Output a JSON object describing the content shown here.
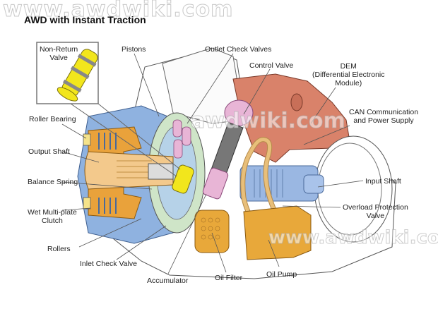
{
  "watermark": "www.awdwiki.com",
  "watermark_mid": "awdwiki.com",
  "watermark_low": "www.awdwiki.com",
  "title": "AWD with Instant Traction",
  "inset": {
    "label_line1": "Non-Return",
    "label_line2": "Valve"
  },
  "labels": {
    "pistons": "Pistons",
    "outlet_check_valves": "Outlet Check Valves",
    "control_valve": "Control Valve",
    "dem_line1": "DEM",
    "dem_line2": "(Differential Electronic",
    "dem_line3": "Module)",
    "can_line1": "CAN Communication",
    "can_line2": "and Power Supply",
    "roller_bearing": "Roller Bearing",
    "output_shaft": "Output Shaft",
    "balance_spring": "Balance Spring",
    "wet_clutch_line1": "Wet Multi-plate",
    "wet_clutch_line2": "Clutch",
    "rollers": "Rollers",
    "inlet_check_valve": "Inlet Check Valve",
    "accumulator": "Accumulator",
    "oil_filter": "Oil Filter",
    "oil_pump": "Oil Pump",
    "input_shaft": "Input Shaft",
    "overload_line1": "Overload Protection",
    "overload_line2": "Valve"
  },
  "colors": {
    "dem_housing": "#d9826a",
    "clutch_housing_blue": "#8fb2e0",
    "clutch_orange": "#e9a23b",
    "output_shaft": "#f3c98c",
    "valve_yellow": "#f2e61c",
    "piston_pink": "#e8b5d6",
    "piston_green": "#cfe5c8",
    "oil_pump_orange": "#e8a83a",
    "pipe_tan": "#e8bf7a",
    "outline": "#444444"
  }
}
